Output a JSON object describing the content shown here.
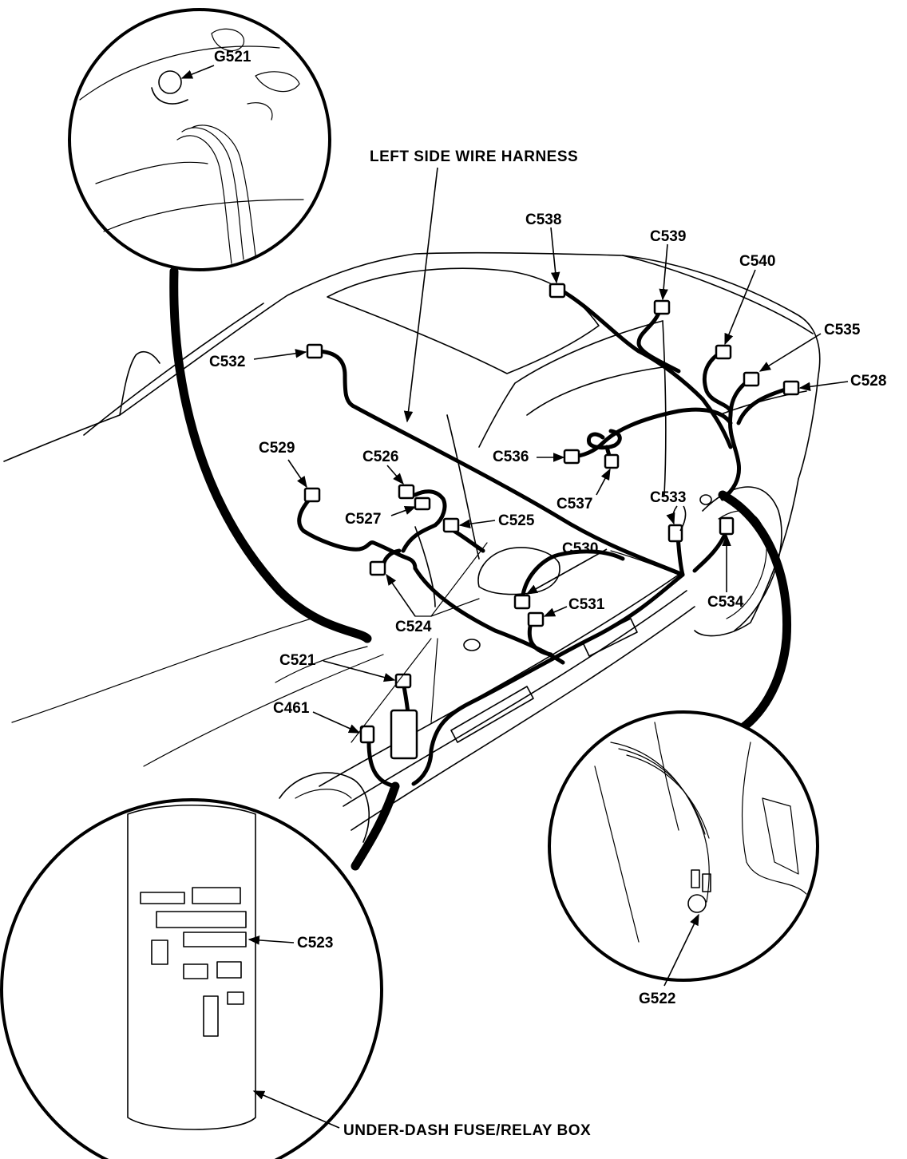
{
  "diagram": {
    "harness_label": "LEFT SIDE WIRE HARNESS",
    "fuse_box_label": "UNDER-DASH FUSE/RELAY BOX",
    "grounds": {
      "g521": "G521",
      "g522": "G522"
    },
    "connectors": {
      "c538": "C538",
      "c539": "C539",
      "c540": "C540",
      "c535": "C535",
      "c528": "C528",
      "c532": "C532",
      "c529": "C529",
      "c526": "C526",
      "c527": "C527",
      "c525": "C525",
      "c536": "C536",
      "c537": "C537",
      "c533": "C533",
      "c530": "C530",
      "c534": "C534",
      "c531": "C531",
      "c524": "C524",
      "c521": "C521",
      "c461": "C461",
      "c523": "C523"
    }
  }
}
